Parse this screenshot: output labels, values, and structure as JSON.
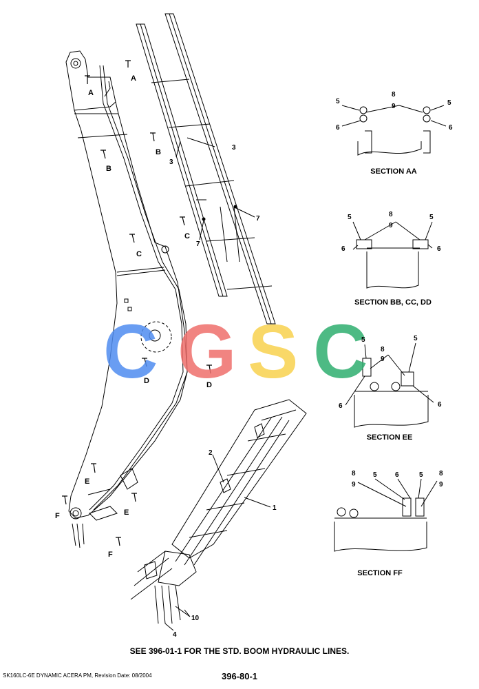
{
  "diagram": {
    "callouts": {
      "n1": "1",
      "n2": "2",
      "n3a": "3",
      "n3b": "3",
      "n4": "4",
      "n7a": "7",
      "n7b": "7",
      "n10": "10"
    },
    "section_markers": {
      "a1": "A",
      "a2": "A",
      "b1": "B",
      "b2": "B",
      "c1": "C",
      "c2": "C",
      "d1": "D",
      "d2": "D",
      "e1": "E",
      "e2": "E",
      "f1": "F",
      "f2": "F"
    },
    "details": [
      {
        "title": "SECTION AA",
        "labels": {
          "l5": "5",
          "r5": "5",
          "l6": "6",
          "r6": "6",
          "t8": "8",
          "t9": "9"
        }
      },
      {
        "title": "SECTION BB,  CC,  DD",
        "labels": {
          "l5": "5",
          "r5": "5",
          "l6": "6",
          "r6": "6",
          "t8": "8",
          "t9": "9"
        }
      },
      {
        "title": "SECTION EE",
        "labels": {
          "l5": "5",
          "r5": "5",
          "l6": "6",
          "r6": "6",
          "t8": "8",
          "t9": "9"
        }
      },
      {
        "title": "SECTION FF",
        "labels": {
          "l8": "8",
          "l9": "9",
          "l5": "5",
          "c6": "6",
          "r5": "5",
          "r8": "8",
          "r9": "9"
        }
      }
    ],
    "note": "SEE 396-01-1 FOR THE STD.  BOOM HYDRAULIC LINES."
  },
  "watermark": {
    "letters": [
      "C",
      "G",
      "S",
      "C"
    ],
    "colors": [
      "#4f8cf0",
      "#ef6f6c",
      "#f8d24e",
      "#2fae6f"
    ]
  },
  "footer": {
    "left": "SK160LC-6E DYNAMIC ACERA PM, Revision Date: 08/2004",
    "page_number": "396-80-1"
  }
}
